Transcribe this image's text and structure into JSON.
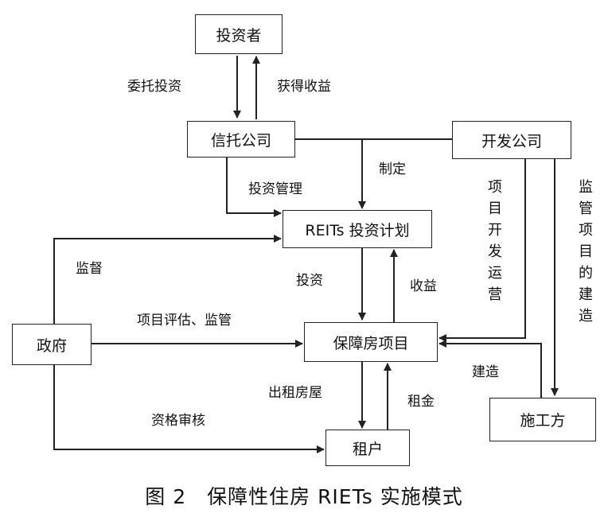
{
  "nodes": {
    "investor": "投资者",
    "trust_company": "信托公司",
    "developer": "开发公司",
    "reits_plan": "REITs 投资计划",
    "housing_project": "保障房项目",
    "government": "政府",
    "contractor": "施工方",
    "tenant": "租户"
  },
  "edges": {
    "entrust_invest": "委托投资",
    "get_returns": "获得收益",
    "formulate": "制定",
    "invest_manage": "投资管理",
    "supervise": "监督",
    "invest": "投资",
    "returns": "收益",
    "project_dev_ops": "项目开发运营",
    "supervise_construction": "监管项目的建造",
    "evaluate_supervise": "项目评估、监管",
    "build": "建造",
    "lease_housing": "出租房屋",
    "rent": "租金",
    "qualification_review": "资格审核"
  },
  "caption": "图 2　保障性住房 RIETs 实施模式"
}
